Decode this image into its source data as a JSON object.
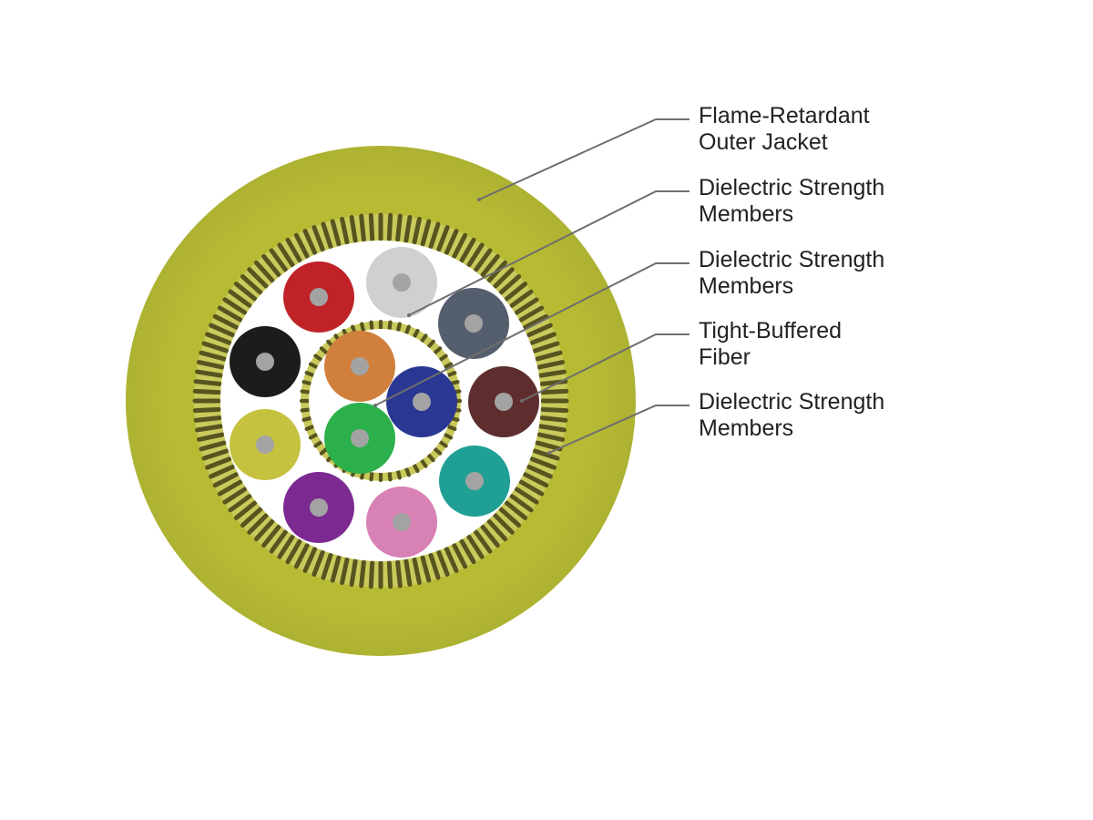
{
  "colors": {
    "jacket": "#b7bb34",
    "strand_dark": "#57541f",
    "strand_light": "#c9c95c",
    "fill": "#ffffff",
    "fiber_core": "#a3a3a3",
    "leader_line": "#6e6e6e"
  },
  "outer_fibers": [
    {
      "name": "red",
      "color": "#bf2327"
    },
    {
      "name": "white",
      "color": "#cfd0d2"
    },
    {
      "name": "slate",
      "color": "#555e6d"
    },
    {
      "name": "brown",
      "color": "#5e2d2d"
    },
    {
      "name": "aqua",
      "color": "#20a094"
    },
    {
      "name": "rose",
      "color": "#d881b5"
    },
    {
      "name": "violet",
      "color": "#7c2a91"
    },
    {
      "name": "yellow",
      "color": "#c5c23f"
    },
    {
      "name": "black",
      "color": "#1c1c1c"
    }
  ],
  "inner_fibers": [
    {
      "name": "orange",
      "color": "#d07f3c"
    },
    {
      "name": "blue",
      "color": "#2b3893"
    },
    {
      "name": "green",
      "color": "#2cb04b"
    }
  ],
  "labels": [
    {
      "id": "outer-jacket",
      "lines": [
        "Flame-Retardant",
        "Outer Jacket"
      ]
    },
    {
      "id": "strength-members-1",
      "lines": [
        "Dielectric Strength",
        "Members"
      ]
    },
    {
      "id": "strength-members-2",
      "lines": [
        "Dielectric Strength",
        "Members"
      ]
    },
    {
      "id": "tight-buffered-fiber",
      "lines": [
        "Tight-Buffered",
        "Fiber"
      ]
    },
    {
      "id": "strength-members-3",
      "lines": [
        "Dielectric Strength",
        "Members"
      ]
    }
  ]
}
